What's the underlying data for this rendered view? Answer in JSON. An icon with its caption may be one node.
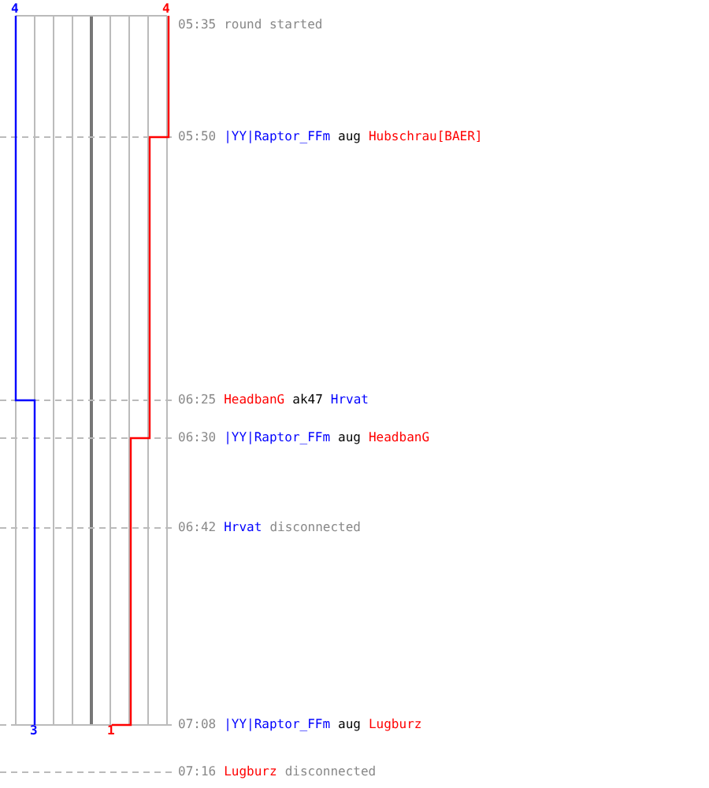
{
  "diagram": {
    "labels": [
      "4",
      "4",
      "05:35",
      "round started",
      "05:50",
      "|YY|Raptor_FFm",
      "aug",
      "Hubschrau[BAER]",
      "06:25",
      "HeadbanG",
      "ak47",
      "Hrvat",
      "06:30",
      "|YY|Raptor_FFm",
      "aug",
      "HeadbanG",
      "06:42",
      "Hrvat",
      "disconnected",
      "3",
      "1",
      "07:08",
      "|YY|Raptor_FFm",
      "aug",
      "Lugburz",
      "07:16",
      "Lugburz",
      "disconnected"
    ]
  }
}
